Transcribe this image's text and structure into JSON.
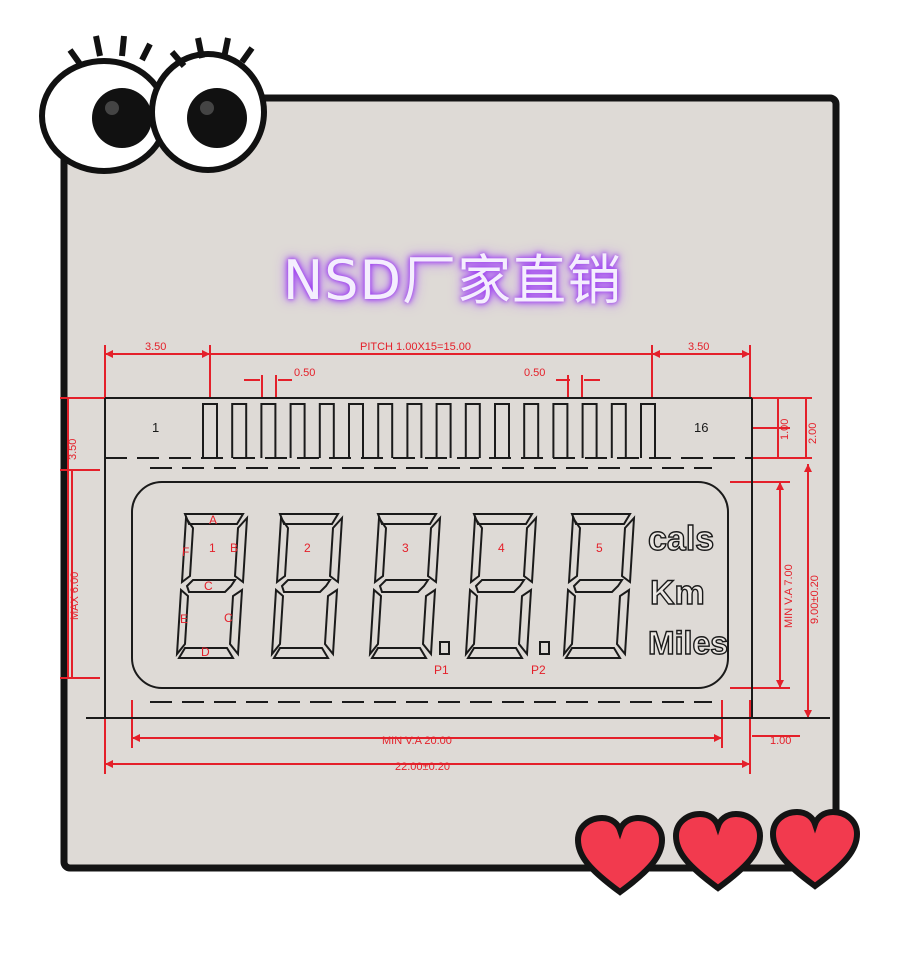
{
  "banner": "NSD厂家直销",
  "dimensions": {
    "left_margin": "3.50",
    "pitch": "PITCH 1.00X15=15.00",
    "right_margin": "3.50",
    "pin_width_left": "0.50",
    "pin_width_right": "0.50",
    "pin_height": "1.00",
    "pin_area_height": "2.00",
    "left_pin_zone": "3.50",
    "max_left": "MAX 6.00",
    "min_va_height": "MIN V.A 7.00",
    "total_height": "9.00±0.20",
    "min_va_width": "MIN V.A 20.00",
    "total_width": "22.00±0.20",
    "bottom_offset": "1.00"
  },
  "pins": {
    "first": "1",
    "last": "16"
  },
  "digits": [
    "1",
    "2",
    "3",
    "4",
    "5"
  ],
  "segments": {
    "a": "A",
    "b": "B",
    "c": "C",
    "c2": "C",
    "d": "D",
    "e": "E",
    "f": "F"
  },
  "points": {
    "p1": "P1",
    "p2": "P2"
  },
  "units": {
    "cals": "cals",
    "km": "Km",
    "miles": "Miles"
  },
  "colors": {
    "dimension": "#e4202a",
    "outline": "#1a1a1a",
    "panel": "#dedad6",
    "heart": "#f23a4e"
  }
}
